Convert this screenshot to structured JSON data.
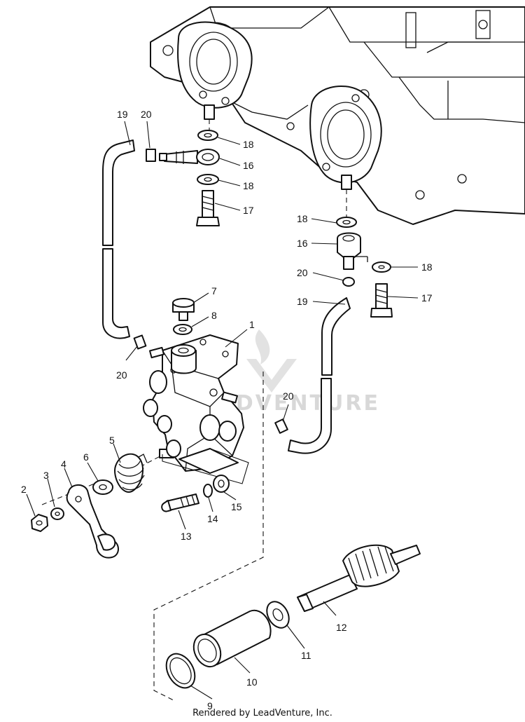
{
  "watermark": "LEADVENTURE",
  "credit": "Rendered by LeadVenture, Inc.",
  "callouts": {
    "c1": "1",
    "c2": "2",
    "c3": "3",
    "c4": "4",
    "c5": "5",
    "c6": "6",
    "c7": "7",
    "c8": "8",
    "c9": "9",
    "c10": "10",
    "c11": "11",
    "c12": "12",
    "c13": "13",
    "c14": "14",
    "c15": "15",
    "c16a": "16",
    "c16b": "16",
    "c17a": "17",
    "c17b": "17",
    "c18a": "18",
    "c18b": "18",
    "c18c": "18",
    "c18d": "18",
    "c19a": "19",
    "c19b": "19",
    "c20a": "20",
    "c20b": "20",
    "c20c": "20",
    "c20d": "20"
  }
}
